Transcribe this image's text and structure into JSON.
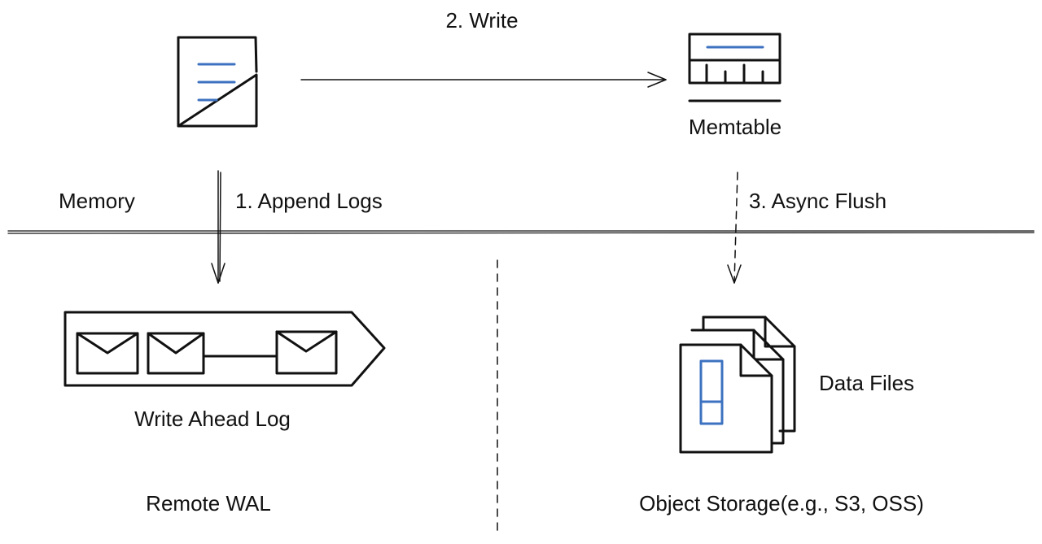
{
  "labels": {
    "write": "2. Write",
    "memtable": "Memtable",
    "memory": "Memory",
    "append_logs": "1. Append Logs",
    "async_flush": "3. Async Flush",
    "write_ahead_log": "Write Ahead Log",
    "data_files": "Data Files",
    "remote_wal": "Remote WAL",
    "object_storage": "Object Storage(e.g., S3, OSS)"
  },
  "colors": {
    "ink": "#111111",
    "accent": "#3d72c0"
  },
  "icons": {
    "log_document": "document-icon",
    "memtable": "memtable-icon",
    "envelope": "envelope-icon",
    "data_file": "file-stack-icon"
  }
}
